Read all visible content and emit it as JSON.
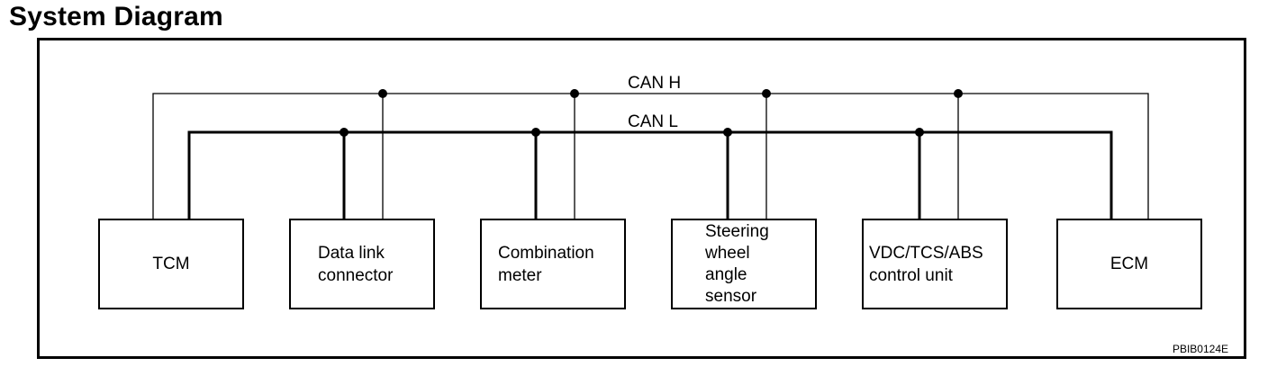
{
  "title": "System Diagram",
  "bus": {
    "can_h_label": "CAN H",
    "can_l_label": "CAN L"
  },
  "modules": [
    {
      "id": "tcm",
      "label": "TCM"
    },
    {
      "id": "data-link-connector",
      "label": "Data link\nconnector"
    },
    {
      "id": "combination-meter",
      "label": "Combination\nmeter"
    },
    {
      "id": "steering-wheel-angle-sensor",
      "label": "Steering\nwheel\nangle\nsensor"
    },
    {
      "id": "vdc-tcs-abs-control-unit",
      "label": "VDC/TCS/ABS\ncontrol unit"
    },
    {
      "id": "ecm",
      "label": "ECM"
    }
  ],
  "figure_code": "PBIB0124E"
}
